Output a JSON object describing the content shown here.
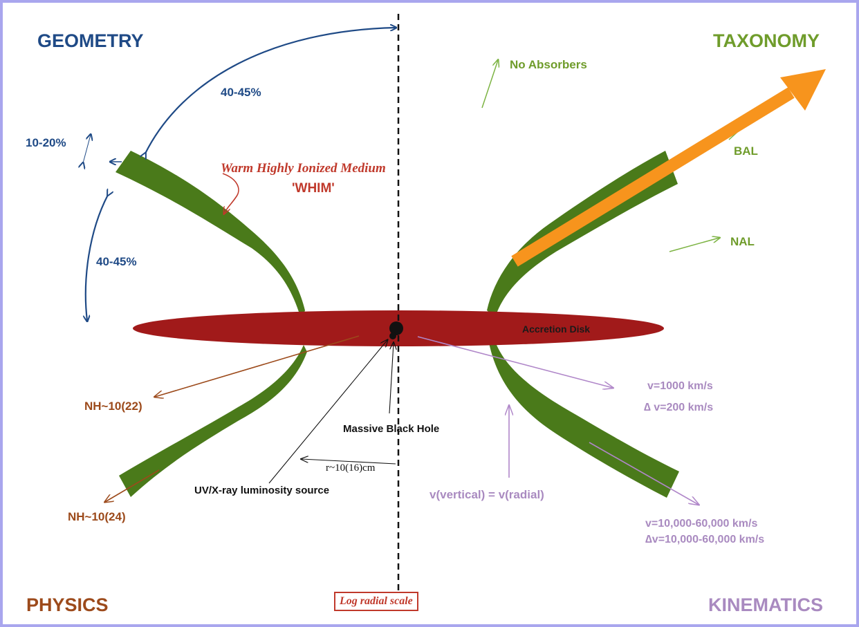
{
  "corners": {
    "geometry": "GEOMETRY",
    "taxonomy": "TAXONOMY",
    "physics": "PHYSICS",
    "kinematics": "KINEMATICS"
  },
  "geometry": {
    "angle_top": "40-45%",
    "angle_small": "10-20%",
    "angle_side": "40-45%"
  },
  "taxonomy": {
    "no_absorbers": "No Absorbers",
    "bal": "BAL",
    "nal": "NAL"
  },
  "physics": {
    "whim_line1": "Warm Highly Ionized Medium",
    "whim_line2": "'WHIM'",
    "nh_22": "NH~10(22)",
    "nh_24": "NH~10(24)"
  },
  "structure": {
    "accretion_disk": "Accretion Disk",
    "black_hole": "Massive Black Hole",
    "luminosity": "UV/X-ray luminosity source",
    "radius": "r~10(16)cm",
    "scale": "Log radial scale"
  },
  "kinematics": {
    "v_1000": "v=1000 km/s",
    "dv_200": "∆ v=200 km/s",
    "v_vertical": "v(vertical) = v(radial)",
    "v_fast": "v=10,000-60,000 km/s",
    "dv_fast": "∆v=10,000-60,000 km/s"
  },
  "colors": {
    "geometry": "#1f4a86",
    "taxonomy": "#6f9c2b",
    "physics": "#9c4a1b",
    "kinematics": "#a98ac0",
    "wind": "#4a7a1a",
    "disk": "#a11a1a",
    "highlight_arrow": "#f7941d",
    "frame": "#a9a6ee"
  }
}
